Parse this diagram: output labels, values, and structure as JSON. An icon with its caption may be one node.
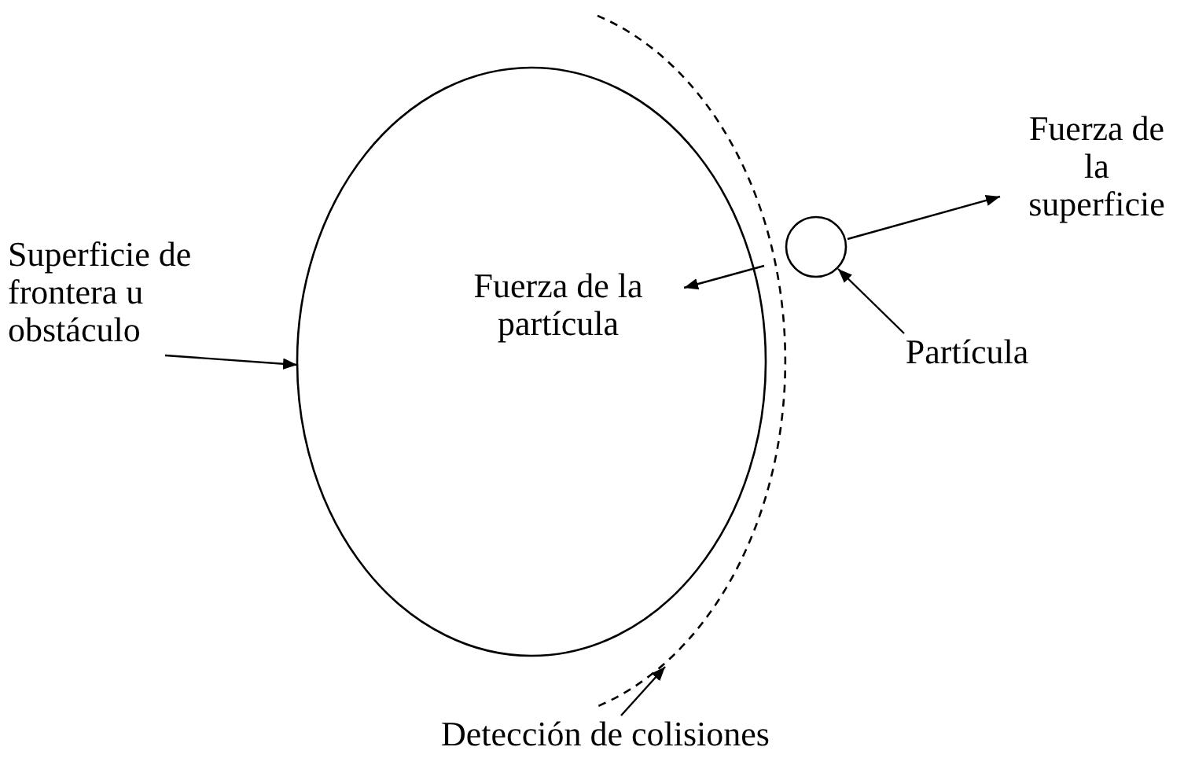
{
  "diagram": {
    "nodes": [
      {
        "text": [
          "Superficie de frontera u obstáculo"
        ]
      },
      {
        "text": [],
        "shape": "ellipse"
      },
      {
        "text": [],
        "shape": "curve"
      },
      {
        "text": [],
        "shape": "circle"
      },
      {
        "text": [
          "Partícula"
        ]
      },
      {
        "text": [
          "Detección de colisiones"
        ]
      }
    ],
    "edges": [
      {
        "from": 0,
        "to": 1,
        "arrow": "to"
      },
      {
        "from": 4,
        "to": 3,
        "arrow": "to"
      },
      {
        "from": 5,
        "to": 2,
        "arrow": "to"
      }
    ],
    "labels": [
      "Fuerza de la superficie",
      "Fuerza de la partícula"
    ]
  }
}
